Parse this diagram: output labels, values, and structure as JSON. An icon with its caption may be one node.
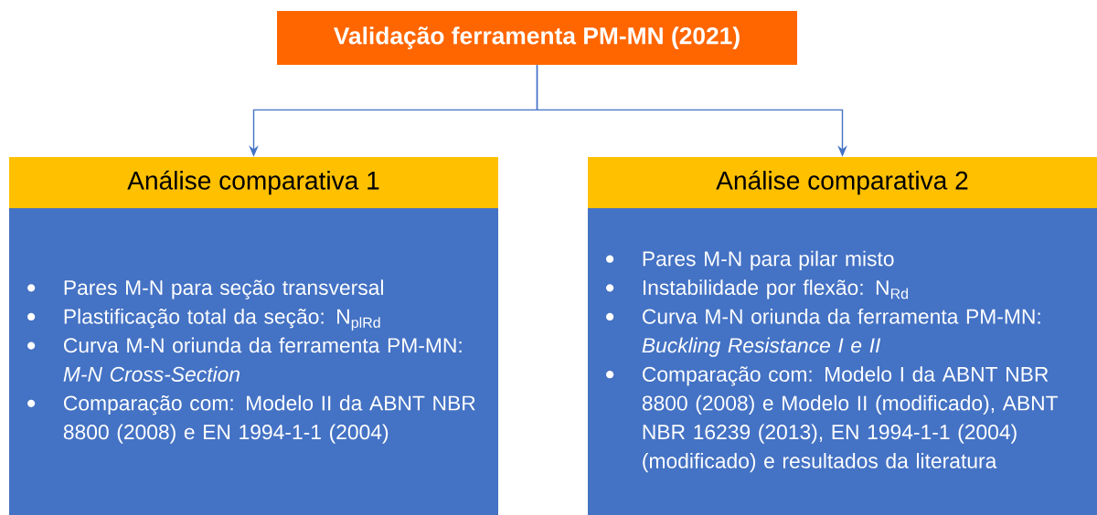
{
  "diagram": {
    "nodes": [
      {
        "text": [
          "Validação ferramenta PM-MN (2021)"
        ]
      },
      {
        "text": [
          "Análise comparativa 1"
        ]
      },
      {
        "text": [
          "Pares M-N para seção transversal",
          "Plastificação total da seção: N$_{plRd}$",
          "Curva M-N oriunda da ferramenta PM-MN: *M-N Cross-Section*",
          "Comparação com: Modelo II da ABNT NBR 8800 (2008)  e EN 1994-1-1 (2004)"
        ]
      },
      {
        "text": [
          "Análise comparativa 2"
        ]
      },
      {
        "text": [
          "Pares M-N para pilar misto",
          "Instabilidade por flexão: N$_{Rd}$",
          "Curva M-N oriunda da ferramenta PM-MN: *Buckling Resistance I e II*",
          "Comparação com: Modelo I da ABNT NBR 8800 (2008) e Modelo II (modificado), ABNT NBR 16239 (2013), EN 1994-1-1 (2004) (modificado) e resultados da literatura"
        ]
      }
    ],
    "edges": [
      {
        "from": 0,
        "to": 1,
        "arrow": "to"
      },
      {
        "from": 0,
        "to": 3,
        "arrow": "to"
      }
    ]
  }
}
